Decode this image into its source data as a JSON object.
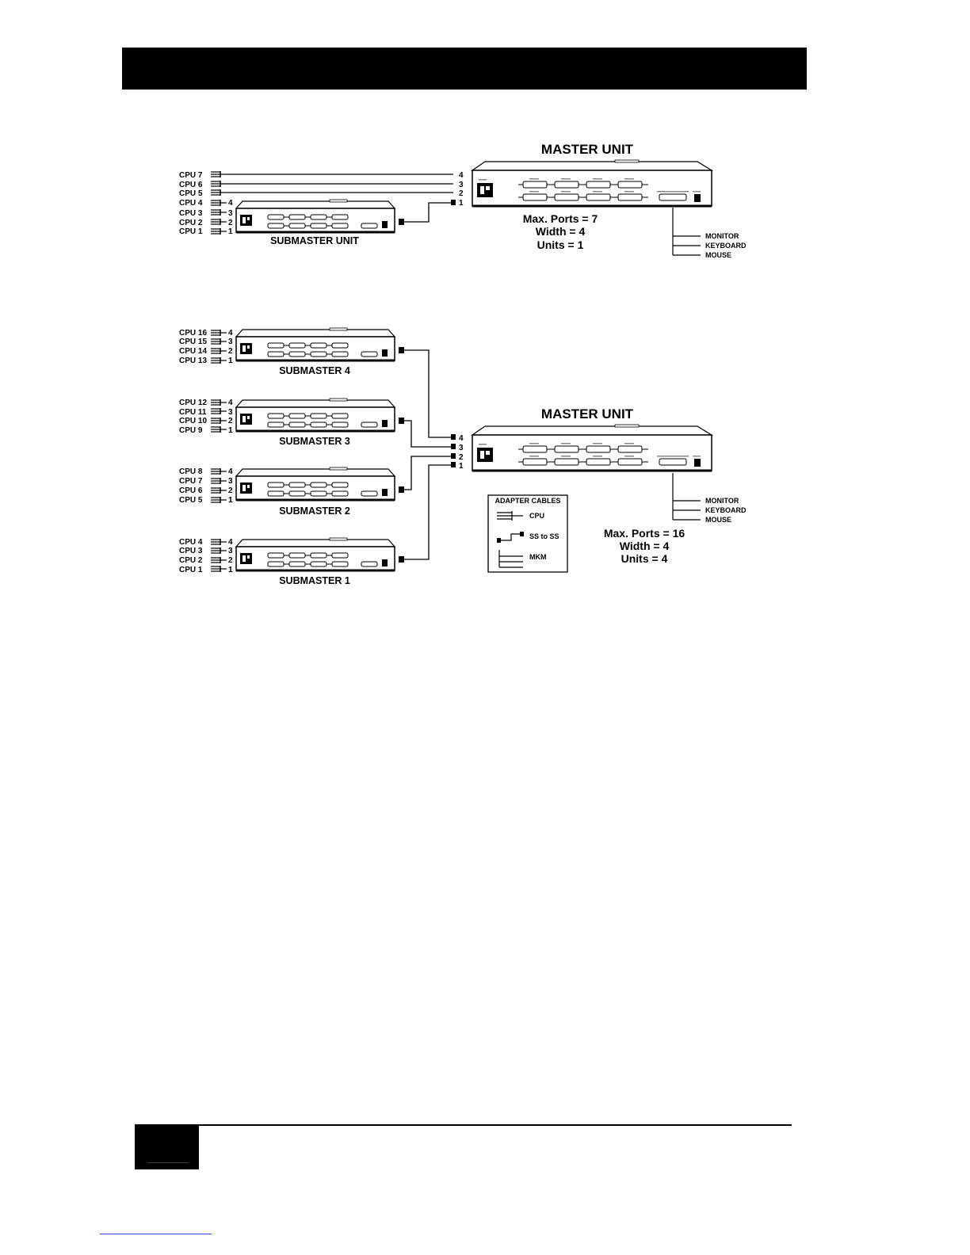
{
  "header": {
    "color": "#000000"
  },
  "diagram1": {
    "master_title": "MASTER UNIT",
    "submaster_title": "SUBMASTER UNIT",
    "cpu_left": [
      "CPU 7",
      "CPU 6",
      "CPU 5",
      "CPU 4",
      "CPU 3",
      "CPU 2",
      "CPU 1"
    ],
    "master_ports": [
      "4",
      "3",
      "2",
      "1"
    ],
    "sub_ports": [
      "4",
      "3",
      "2",
      "1"
    ],
    "stats": [
      "Max. Ports = 7",
      "Width = 4",
      "Units = 1"
    ],
    "outputs": [
      "MONITOR",
      "KEYBOARD",
      "MOUSE"
    ]
  },
  "diagram2": {
    "master_title": "MASTER UNIT",
    "submasters": [
      {
        "title": "SUBMASTER 4",
        "cpus": [
          "CPU 16",
          "CPU 15",
          "CPU 14",
          "CPU 13"
        ]
      },
      {
        "title": "SUBMASTER 3",
        "cpus": [
          "CPU 12",
          "CPU 11",
          "CPU 10",
          "CPU   9"
        ]
      },
      {
        "title": "SUBMASTER 2",
        "cpus": [
          "CPU 8",
          "CPU 7",
          "CPU 6",
          "CPU 5"
        ]
      },
      {
        "title": "SUBMASTER 1",
        "cpus": [
          "CPU 4",
          "CPU 3",
          "CPU 2",
          "CPU 1"
        ]
      }
    ],
    "port_numbers": [
      "4",
      "3",
      "2",
      "1"
    ],
    "master_ports": [
      "4",
      "3",
      "2",
      "1"
    ],
    "stats": [
      "Max. Ports = 16",
      "Width = 4",
      "Units = 4"
    ],
    "outputs": [
      "MONITOR",
      "KEYBOARD",
      "MOUSE"
    ],
    "legend": {
      "title": "ADAPTER CABLES",
      "items": [
        "CPU",
        "SS to SS",
        "MKM"
      ]
    }
  },
  "footer": {
    "color": "#000000",
    "link_color": "#2a3bd8"
  }
}
